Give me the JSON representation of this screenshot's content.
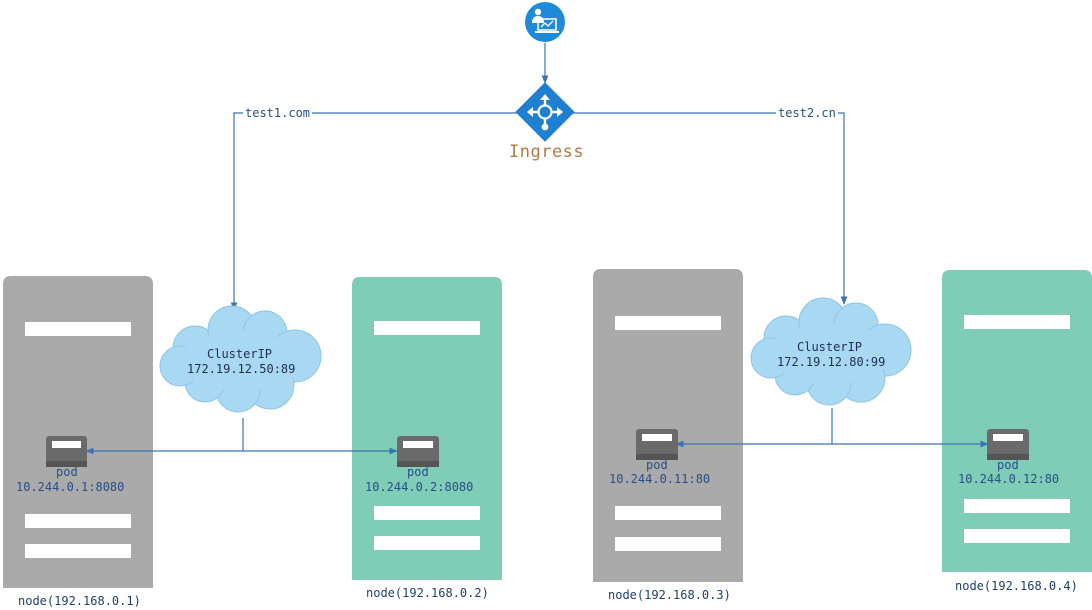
{
  "colors": {
    "node_gray": "#aaaaaa",
    "node_green": "#7fcdb6",
    "line": "#3c73b3",
    "cloud": "#a9d8f2",
    "pod": "#6a6a6a",
    "icon_blue": "#1f8bd8"
  },
  "client": {
    "icon": "client-icon"
  },
  "ingress": {
    "icon": "load-balancer-icon",
    "label": "Ingress"
  },
  "routes": [
    {
      "host": "test1.com"
    },
    {
      "host": "test2.cn"
    }
  ],
  "services": [
    {
      "type": "ClusterIP",
      "address": "172.19.12.50:89"
    },
    {
      "type": "ClusterIP",
      "address": "172.19.12.80:99"
    }
  ],
  "nodes": [
    {
      "label": "node(192.168.0.1)",
      "pod_label": "pod",
      "pod_address": "10.244.0.1:8080"
    },
    {
      "label": "node(192.168.0.2)",
      "pod_label": "pod",
      "pod_address": "10.244.0.2:8080"
    },
    {
      "label": "node(192.168.0.3)",
      "pod_label": "pod",
      "pod_address": "10.244.0.11:80"
    },
    {
      "label": "node(192.168.0.4)",
      "pod_label": "pod",
      "pod_address": "10.244.0.12:80"
    }
  ]
}
